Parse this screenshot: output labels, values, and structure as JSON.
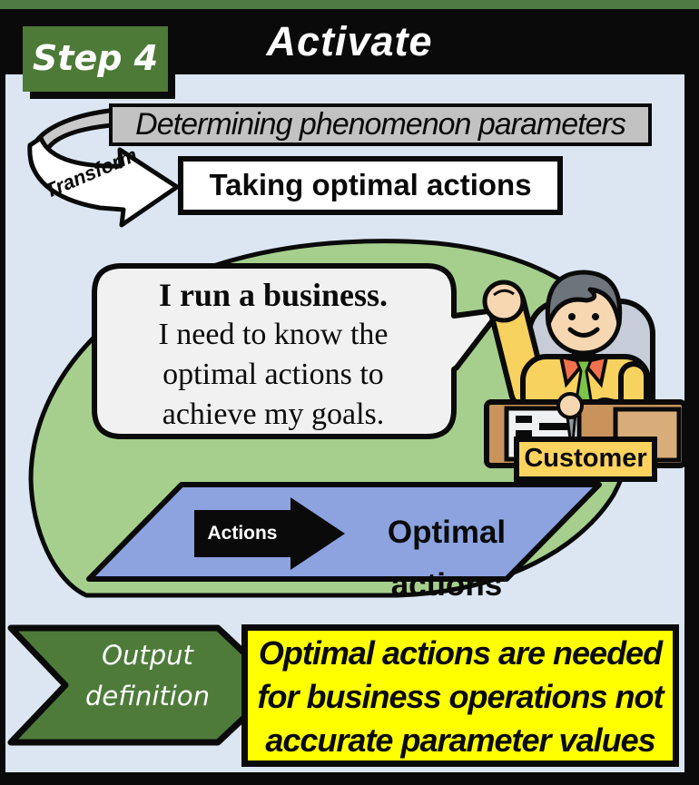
{
  "slide": {
    "step_label": "Step 4",
    "title": "Activate"
  },
  "transform_flow": {
    "source_label": "Determining phenomenon parameters",
    "ribbon_label": "Transform",
    "result_label": "Taking optimal actions"
  },
  "scene": {
    "speech_bubble": {
      "lines": [
        "I run a business.",
        "I need to know the",
        "optimal actions to",
        "achieve my goals."
      ]
    },
    "customer_label": "Customer",
    "action_arrow": {
      "tag_label": "Actions",
      "result_label": "Optimal actions"
    }
  },
  "output_definition": {
    "label_lines": [
      "Output",
      "definition"
    ],
    "note_lines": [
      "Optimal actions are needed",
      "for business operations not",
      "accurate parameter values"
    ]
  },
  "colors": {
    "slide_border_green": "#4e7b44",
    "header_bg": "#0a0a0a",
    "step_box_green": "#4e7a38",
    "canvas_blue": "#dce6f3",
    "source_box_gray": "#c2c2c2",
    "ellipse_green": "#a6cf8e",
    "arrow_blue": "#8ca3e0",
    "note_yellow": "#ffff00",
    "banner_green": "#4e7b3a",
    "customer_label_yellow": "#fcd35f"
  }
}
